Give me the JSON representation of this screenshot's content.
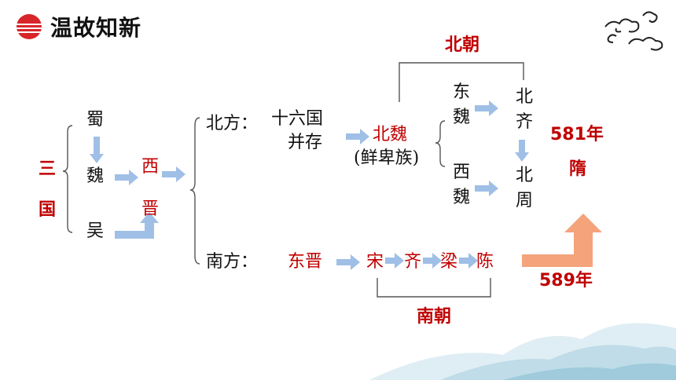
{
  "title": "温故知新",
  "labels": {
    "sanguo": "三国",
    "shu": "蜀",
    "wei": "魏",
    "wu": "吴",
    "xijin": "西晋",
    "north_label": "北方：",
    "sixteen_line1": "十六国",
    "sixteen_line2": "并存",
    "beiwei": "北魏",
    "xianbei": "(鲜卑族)",
    "dongwei": "东魏",
    "xiwei": "西魏",
    "beiqi": "北齐",
    "beizhou": "北周",
    "beichao": "北朝",
    "south_label": "南方：",
    "dongjin": "东晋",
    "song": "宋",
    "qi": "齐",
    "liang": "梁",
    "chen": "陈",
    "nanchao": "南朝",
    "year_581": "581年",
    "sui": "隋",
    "year_589": "589年"
  },
  "colors": {
    "red": "#c00000",
    "arrow_blue": "#9fbfe6",
    "arrow_orange": "#f4a37a"
  },
  "icons": [
    "red-sun-icon",
    "cloud-icon",
    "mountain-landscape"
  ]
}
